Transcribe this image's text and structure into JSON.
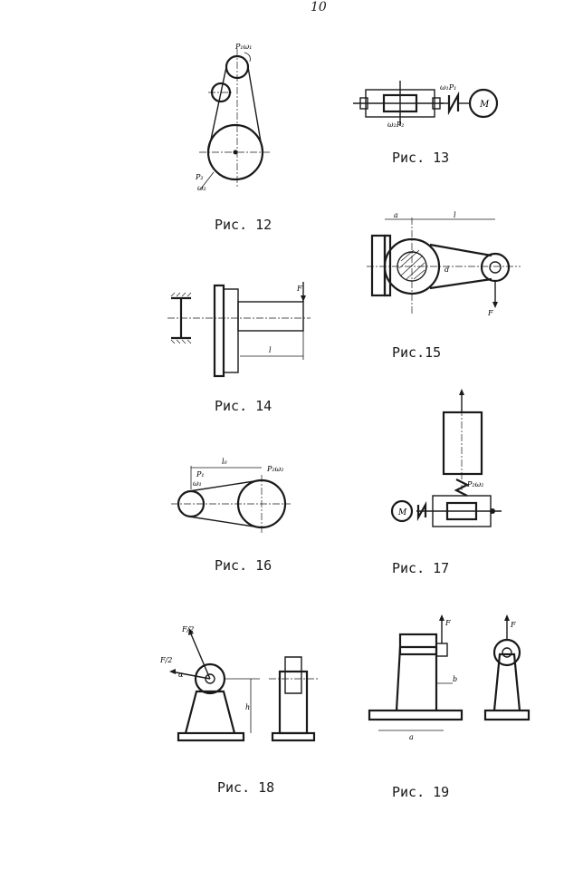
{
  "page": {
    "number": "10"
  },
  "figures": [
    {
      "id": "fig12",
      "caption": "Рис. 12",
      "labels": [
        "P₁ω₁",
        "P₂",
        "ω₂"
      ]
    },
    {
      "id": "fig13",
      "caption": "Рис. 13",
      "labels": [
        "ω₁P₁",
        "ω₂P₂",
        "M"
      ]
    },
    {
      "id": "fig14",
      "caption": "Рис. 14",
      "labels": [
        "F",
        "l"
      ]
    },
    {
      "id": "fig15",
      "caption": "Рис.15",
      "labels": [
        "a",
        "l",
        "d",
        "F"
      ]
    },
    {
      "id": "fig16",
      "caption": "Рис. 16",
      "labels": [
        "l₀",
        "P₁",
        "ω₁",
        "P₂ω₂"
      ]
    },
    {
      "id": "fig17",
      "caption": "Рис. 17",
      "labels": [
        "P₂ω₂",
        "M"
      ]
    },
    {
      "id": "fig18",
      "caption": "Рис. 18",
      "labels": [
        "F/2",
        "F/2",
        "α",
        "h"
      ]
    },
    {
      "id": "fig19",
      "caption": "Рис. 19",
      "labels": [
        "F",
        "F",
        "b",
        "a"
      ]
    }
  ]
}
